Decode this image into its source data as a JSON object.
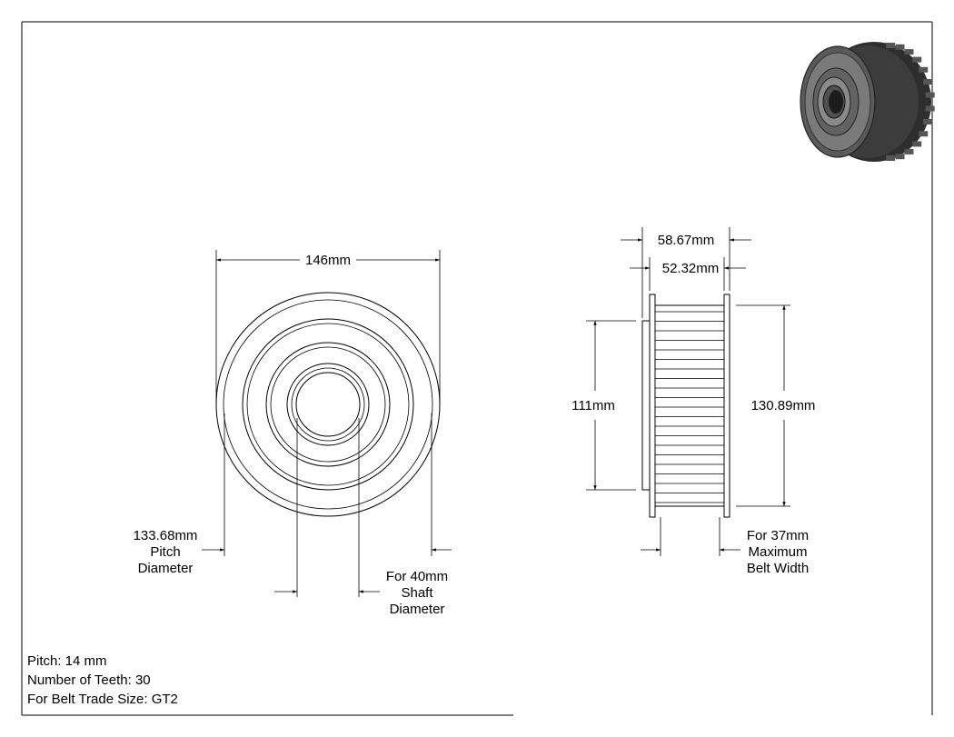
{
  "front_view": {
    "width_label": "146mm",
    "pitch_label": [
      "133.68mm",
      "Pitch",
      "Diameter"
    ],
    "shaft_label": [
      "For 40mm",
      "Shaft",
      "Diameter"
    ]
  },
  "side_view": {
    "overall_width_label": "58.67mm",
    "tooth_width_label": "52.32mm",
    "hub_height_label": "111mm",
    "flange_height_label": "130.89mm",
    "belt_label": [
      "For 37mm",
      "Maximum",
      "Belt Width"
    ]
  },
  "info": {
    "pitch": "Pitch: 14 mm",
    "teeth": "Number of Teeth: 30",
    "belt_size": "For Belt Trade Size: GT2"
  },
  "colors": {
    "line": "#000000",
    "render_dark": "#3a3a3a",
    "render_mid": "#6e6e6e"
  }
}
